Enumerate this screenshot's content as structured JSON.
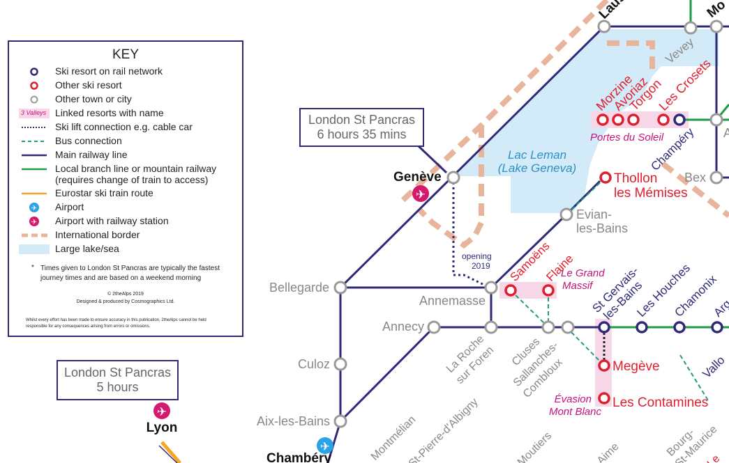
{
  "colors": {
    "main_line": "#2e2a78",
    "branch_line": "#1f9a48",
    "bus": "#1e9c84",
    "eurostar": "#f5a623",
    "border": "#e8b49c",
    "lake": "#d3ebf8",
    "ski_red": "#e01e2e",
    "linked_pink": "#c4127a",
    "town_grey": "#999999"
  },
  "key": {
    "title": "KEY",
    "items": [
      {
        "symbol": "ski-resort-rail-symbol",
        "label": "Ski resort on rail network"
      },
      {
        "symbol": "other-ski-resort-symbol",
        "label": "Other ski resort"
      },
      {
        "symbol": "other-town-symbol",
        "label": "Other town or city"
      },
      {
        "symbol": "linked-resorts-symbol",
        "label": "Linked resorts with name",
        "tag": "3 Valleys"
      },
      {
        "symbol": "ski-lift-symbol",
        "label": "Ski lift connection e.g. cable car"
      },
      {
        "symbol": "bus-symbol",
        "label": "Bus connection"
      },
      {
        "symbol": "main-railway-symbol",
        "label": "Main railway line"
      },
      {
        "symbol": "local-branch-symbol",
        "label": "Local branch line or mountain railway",
        "label2": "(requires change of train to access)"
      },
      {
        "symbol": "eurostar-symbol",
        "label": "Eurostar ski train route"
      },
      {
        "symbol": "airport-symbol",
        "label": "Airport"
      },
      {
        "symbol": "airport-rail-symbol",
        "label": "Airport with railway station"
      },
      {
        "symbol": "border-symbol",
        "label": "International border"
      },
      {
        "symbol": "lake-symbol",
        "label": "Large lake/sea"
      }
    ],
    "note_line1": "Times given to London St Pancras are typically the fastest",
    "note_line2": "journey times and are based on a weekend morning",
    "copyright": "© 2theAlps 2019",
    "credit": "Designed & produced by Cosmographics Ltd.",
    "disclaimer_line1": "Whilst every effort has been made to ensure accuracy in this publication, 2theAlps cannot be held",
    "disclaimer_line2": "responsible for any consequences arising from errors or omissions."
  },
  "time_boxes": [
    {
      "line1": "London St Pancras",
      "line2": "6 hours 35 mins"
    },
    {
      "line1": "London St Pancras",
      "line2": "5 hours"
    }
  ],
  "labels": {
    "lausanne": "Laus",
    "montreux": "Mo",
    "vevey": "Vevey",
    "aigle": "A",
    "bex": "Bex",
    "geneve": "Genève",
    "lake_line1": "Lac Leman",
    "lake_line2": "(Lake Geneva)",
    "morzine": "Morzine",
    "avoriaz": "Avoriaz",
    "torgon": "Torgon",
    "les_crosets": "Les Crosets",
    "portes_du_soleil": "Portes du Soleil",
    "champery": "Champéry",
    "thollon_line1": "Thollon",
    "thollon_line2": "les Mémises",
    "evian_line1": "Evian-",
    "evian_line2": "les-Bains",
    "opening_line1": "opening",
    "opening_line2": "2019",
    "samoens": "Samoëns",
    "flaine": "Flaine",
    "grand_massif_line1": "Le Grand",
    "grand_massif_line2": "Massif",
    "bellegarde": "Bellegarde",
    "annemasse": "Annemasse",
    "annecy": "Annecy",
    "la_roche_line1": "La Roche",
    "la_roche_line2": "sur Foren",
    "cluses": "Cluses",
    "sallanches_line1": "Sallanches-",
    "sallanches_line2": "Combloux",
    "st_gervais_line1": "St Gervais-",
    "st_gervais_line2": "les-Bains",
    "les_houches": "Les Houches",
    "chamonix": "Chamonix",
    "argentiere": "Arg",
    "vallorcine": "Vallo",
    "megeve": "Megève",
    "evasion_line1": "Évasion",
    "evasion_line2": "Mont Blanc",
    "les_contamines": "Les Contamines",
    "culoz": "Culoz",
    "aix": "Aix-les-Bains",
    "lyon": "Lyon",
    "chambery": "Chambéry",
    "montmelian": "Montmélian",
    "st_pierre": "St-Pierre-d'Albigny",
    "moutiers": "Moutiers",
    "aime": "Aime",
    "bourg_line1": "Bourg-",
    "bourg_line2": "St-Maurice",
    "le_partial": "Le"
  }
}
